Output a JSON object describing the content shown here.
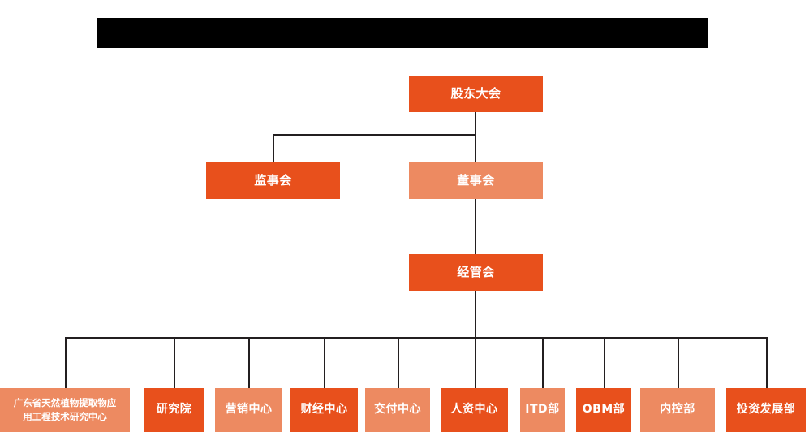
{
  "page": {
    "title_bar": {
      "name": "redacted-title-bar",
      "text": "",
      "color": "#000000"
    },
    "background": "#ffffff"
  },
  "colors": {
    "vivid_orange": "#E8501C",
    "salmon_orange": "#ED8A61",
    "connector": "#231f20",
    "label_text": "#ffffff"
  },
  "chart_data": {
    "type": "diagram",
    "subtype": "organization-chart",
    "title": "",
    "orientation": "top-down",
    "levels": [
      {
        "level": 1,
        "nodes": [
          {
            "id": "shareholders",
            "label": "股东大会",
            "style": "vivid"
          }
        ]
      },
      {
        "level": 2,
        "nodes": [
          {
            "id": "supervisors",
            "label": "监事会",
            "style": "vivid"
          },
          {
            "id": "directors",
            "label": "董事会",
            "style": "salmon"
          }
        ]
      },
      {
        "level": 3,
        "nodes": [
          {
            "id": "management",
            "label": "经管会",
            "style": "vivid"
          }
        ]
      },
      {
        "level": 4,
        "nodes": [
          {
            "id": "research-center",
            "label": "广东省天然植物提取物应\n用工程技术研究中心",
            "style": "salmon"
          },
          {
            "id": "institute",
            "label": "研究院",
            "style": "vivid"
          },
          {
            "id": "marketing",
            "label": "营销中心",
            "style": "salmon"
          },
          {
            "id": "finance",
            "label": "财经中心",
            "style": "vivid"
          },
          {
            "id": "delivery",
            "label": "交付中心",
            "style": "salmon"
          },
          {
            "id": "hr",
            "label": "人资中心",
            "style": "vivid"
          },
          {
            "id": "itd",
            "label": "ITD部",
            "style": "salmon"
          },
          {
            "id": "obm",
            "label": "OBM部",
            "style": "vivid"
          },
          {
            "id": "internal-control",
            "label": "内控部",
            "style": "salmon"
          },
          {
            "id": "investment",
            "label": "投资发展部",
            "style": "vivid"
          }
        ]
      }
    ],
    "edges": [
      {
        "from": "shareholders",
        "to": "supervisors"
      },
      {
        "from": "shareholders",
        "to": "directors"
      },
      {
        "from": "directors",
        "to": "management"
      },
      {
        "from": "management",
        "to": "research-center"
      },
      {
        "from": "management",
        "to": "institute"
      },
      {
        "from": "management",
        "to": "marketing"
      },
      {
        "from": "management",
        "to": "finance"
      },
      {
        "from": "management",
        "to": "delivery"
      },
      {
        "from": "management",
        "to": "hr"
      },
      {
        "from": "management",
        "to": "itd"
      },
      {
        "from": "management",
        "to": "obm"
      },
      {
        "from": "management",
        "to": "internal-control"
      },
      {
        "from": "management",
        "to": "investment"
      }
    ]
  },
  "nodes": {
    "shareholders": "股东大会",
    "supervisors": "监事会",
    "directors": "董事会",
    "management": "经管会",
    "research_center": "广东省天然植物提取物应\n用工程技术研究中心",
    "institute": "研究院",
    "marketing": "营销中心",
    "finance": "财经中心",
    "delivery": "交付中心",
    "hr": "人资中心",
    "itd": "ITD部",
    "obm": "OBM部",
    "internal_control": "内控部",
    "investment": "投资发展部"
  }
}
